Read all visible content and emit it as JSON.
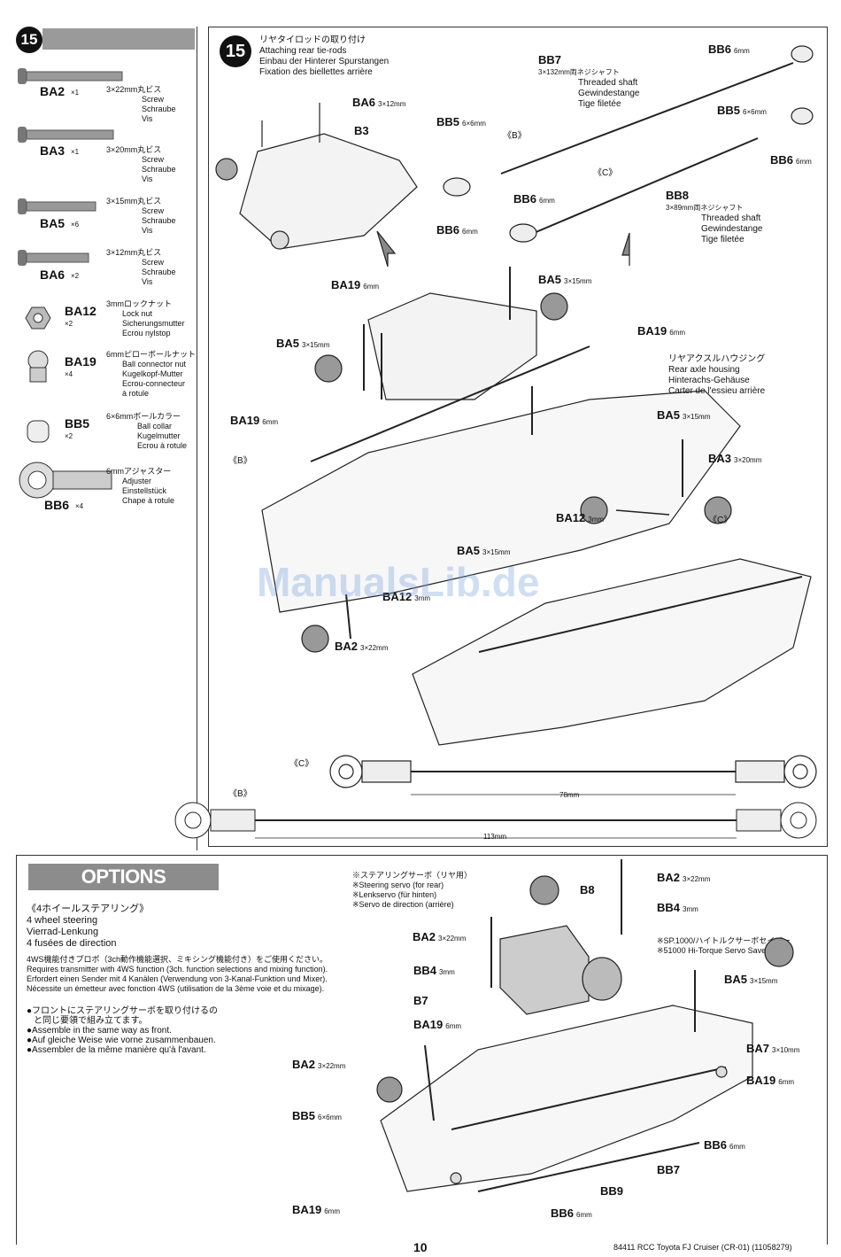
{
  "step": {
    "number": "15",
    "title_ja": "リヤタイロッドの取り付け",
    "title_en": "Attaching rear tie-rods",
    "title_de": "Einbau der Hinterer Spurstangen",
    "title_fr": "Fixation des biellettes arrière"
  },
  "parts": [
    {
      "code": "BA2",
      "qty": "×1",
      "size": "3×22mm丸ビス",
      "l1": "Screw",
      "l2": "Schraube",
      "l3": "Vis"
    },
    {
      "code": "BA3",
      "qty": "×1",
      "size": "3×20mm丸ビス",
      "l1": "Screw",
      "l2": "Schraube",
      "l3": "Vis"
    },
    {
      "code": "BA5",
      "qty": "×6",
      "size": "3×15mm丸ビス",
      "l1": "Screw",
      "l2": "Schraube",
      "l3": "Vis"
    },
    {
      "code": "BA6",
      "qty": "×2",
      "size": "3×12mm丸ビス",
      "l1": "Screw",
      "l2": "Schraube",
      "l3": "Vis"
    },
    {
      "code": "BA12",
      "qty": "×2",
      "size": "3mmロックナット",
      "l1": "Lock nut",
      "l2": "Sicherungsmutter",
      "l3": "Ecrou nylstop"
    },
    {
      "code": "BA19",
      "qty": "×4",
      "size": "6mmピローボールナット",
      "l1": "Ball connector nut",
      "l2": "Kugelkopf-Mutter",
      "l3": "Ecrou-connecteur",
      "l4": "à rotule"
    },
    {
      "code": "BB5",
      "qty": "×2",
      "size": "6×6mmボールカラー",
      "l1": "Ball collar",
      "l2": "Kugelmutter",
      "l3": "Ecrou à rotule"
    },
    {
      "code": "BB6",
      "qty": "×4",
      "size": "6mmアジャスター",
      "l1": "Adjuster",
      "l2": "Einstellstück",
      "l3": "Chape à rotule"
    }
  ],
  "rods": {
    "bb7": {
      "code": "BB7",
      "size": "3×132mm両ネジシャフト",
      "l1": "Threaded shaft",
      "l2": "Gewindestange",
      "l3": "Tige filetée"
    },
    "bb8": {
      "code": "BB8",
      "size": "3×89mm両ネジシャフト",
      "l1": "Threaded shaft",
      "l2": "Gewindestange",
      "l3": "Tige filetée"
    }
  },
  "housing": {
    "ja": "リヤアクスルハウジング",
    "en": "Rear axle housing",
    "de": "Hinterachs-Gehäuse",
    "fr": "Carter de l'essieu arrière"
  },
  "labels_top": {
    "bb6": "BB6",
    "bb5": "BB5",
    "b3": "B3",
    "ba6": "BA6",
    "ba19": "BA19",
    "ba5": "BA5",
    "ba3": "BA3",
    "ba12": "BA12",
    "ba2": "BA2",
    "mark_b": "《B》",
    "mark_c": "《C》",
    "s6": "6mm",
    "s66": "6×6mm",
    "s312": "3×12mm",
    "s315": "3×15mm",
    "s320": "3×20mm",
    "s322": "3×22mm",
    "s3": "3mm",
    "ba12_partial": "BA12"
  },
  "rod_guides": {
    "c_len": "78mm",
    "b_len": "113mm",
    "c_mark": "《C》",
    "b_mark": "《B》"
  },
  "options": {
    "title": "OPTIONS",
    "ws_ja": "《4ホイールステアリング》",
    "ws_en": "4 wheel steering",
    "ws_de": "Vierrad-Lenkung",
    "ws_fr": "4 fusées de direction",
    "req_ja": "4WS機能付きプロポ（3ch動作機能選択、ミキシング機能付き）をご使用ください。",
    "req_en": "Requires transmitter with 4WS function (3ch. function selections and mixing function).",
    "req_de": "Erfordert einen Sender mit 4 Kanälen (Verwendung von 3-Kanal-Funktion und Mixer).",
    "req_fr": "Nécessite un émetteur avec fonction 4WS (utilisation de la 3ème voie et du mixage).",
    "asm_ja1": "●フロントにステアリングサーボを取り付けるの",
    "asm_ja2": "と同じ要領で組み立てます。",
    "asm_en": "●Assemble in the same way as front.",
    "asm_de": "●Auf gleiche Weise wie vorne zusammenbauen.",
    "asm_fr": "●Assembler de la même manière qu'à l'avant.",
    "servo_ja": "※ステアリングサーボ（リヤ用）",
    "servo_en": "※Steering servo (for rear)",
    "servo_de": "※Lenkservo (für hinten)",
    "servo_fr": "※Servo de direction (arrière)",
    "saver_ja": "※SP.1000/ハイトルクサーボセイバー",
    "saver_en": "※51000 Hi-Torque Servo Saver"
  },
  "labels_bottom": {
    "ba2": "BA2",
    "b8": "B8",
    "bb4": "BB4",
    "b7": "B7",
    "ba19": "BA19",
    "ba5": "BA5",
    "ba7": "BA7",
    "bb5": "BB5",
    "bb6": "BB6",
    "bb7": "BB7",
    "bb9": "BB9",
    "s322": "3×22mm",
    "s3": "3mm",
    "s6": "6mm",
    "s315": "3×15mm",
    "s310": "3×10mm",
    "s66": "6×6mm"
  },
  "footer": {
    "page": "10",
    "ref": "84411 RCC Toyota FJ Cruiser (CR-01) (11058279)"
  },
  "watermark": "ManualsLib.de"
}
